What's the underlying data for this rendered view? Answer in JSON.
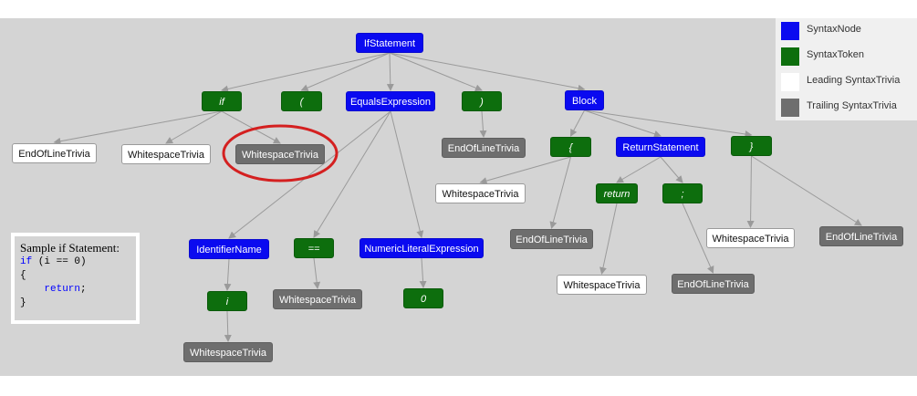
{
  "legend": {
    "items": [
      {
        "key": "node",
        "label": "SyntaxNode",
        "color": "#0a0af0"
      },
      {
        "key": "token",
        "label": "SyntaxToken",
        "color": "#0d6e0d"
      },
      {
        "key": "lead",
        "label": "Leading SyntaxTrivia",
        "color": "#ffffff"
      },
      {
        "key": "trail",
        "label": "Trailing SyntaxTrivia",
        "color": "#6e6e6e"
      }
    ]
  },
  "tree": {
    "nodes": [
      {
        "id": "ifstatement",
        "label": "IfStatement",
        "kind": "node"
      },
      {
        "id": "if-token",
        "label": "if",
        "kind": "token"
      },
      {
        "id": "openparen-token",
        "label": "(",
        "kind": "token"
      },
      {
        "id": "equalsexpression",
        "label": "EqualsExpression",
        "kind": "node"
      },
      {
        "id": "closeparen-token",
        "label": ")",
        "kind": "token"
      },
      {
        "id": "block",
        "label": "Block",
        "kind": "node"
      },
      {
        "id": "if-eol-trivia",
        "label": "EndOfLineTrivia",
        "kind": "lead"
      },
      {
        "id": "if-ws-leading",
        "label": "WhitespaceTrivia",
        "kind": "lead"
      },
      {
        "id": "if-ws-trailing",
        "label": "WhitespaceTrivia",
        "kind": "trail"
      },
      {
        "id": "closeparen-eol",
        "label": "EndOfLineTrivia",
        "kind": "trail"
      },
      {
        "id": "openbrace-token",
        "label": "{",
        "kind": "token"
      },
      {
        "id": "returnstatement",
        "label": "ReturnStatement",
        "kind": "node"
      },
      {
        "id": "closebrace-token",
        "label": "}",
        "kind": "token"
      },
      {
        "id": "openbrace-ws",
        "label": "WhitespaceTrivia",
        "kind": "lead"
      },
      {
        "id": "openbrace-eol",
        "label": "EndOfLineTrivia",
        "kind": "trail"
      },
      {
        "id": "return-token",
        "label": "return",
        "kind": "token"
      },
      {
        "id": "semicolon-token",
        "label": ";",
        "kind": "token"
      },
      {
        "id": "return-ws",
        "label": "WhitespaceTrivia",
        "kind": "lead"
      },
      {
        "id": "semicolon-eol",
        "label": "EndOfLineTrivia",
        "kind": "trail"
      },
      {
        "id": "closebrace-ws",
        "label": "WhitespaceTrivia",
        "kind": "lead"
      },
      {
        "id": "closebrace-eol",
        "label": "EndOfLineTrivia",
        "kind": "trail"
      },
      {
        "id": "identifiername",
        "label": "IdentifierName",
        "kind": "node"
      },
      {
        "id": "equalsequals-token",
        "label": "==",
        "kind": "token"
      },
      {
        "id": "numericliteral",
        "label": "NumericLiteralExpression",
        "kind": "node"
      },
      {
        "id": "i-token",
        "label": "i",
        "kind": "token"
      },
      {
        "id": "equalsequals-ws",
        "label": "WhitespaceTrivia",
        "kind": "trail"
      },
      {
        "id": "zero-token",
        "label": "0",
        "kind": "token"
      },
      {
        "id": "i-ws",
        "label": "WhitespaceTrivia",
        "kind": "trail"
      }
    ],
    "edges": [
      [
        "ifstatement",
        "if-token"
      ],
      [
        "ifstatement",
        "openparen-token"
      ],
      [
        "ifstatement",
        "equalsexpression"
      ],
      [
        "ifstatement",
        "closeparen-token"
      ],
      [
        "ifstatement",
        "block"
      ],
      [
        "if-token",
        "if-eol-trivia"
      ],
      [
        "if-token",
        "if-ws-leading"
      ],
      [
        "if-token",
        "if-ws-trailing"
      ],
      [
        "closeparen-token",
        "closeparen-eol"
      ],
      [
        "block",
        "openbrace-token"
      ],
      [
        "block",
        "returnstatement"
      ],
      [
        "block",
        "closebrace-token"
      ],
      [
        "openbrace-token",
        "openbrace-ws"
      ],
      [
        "openbrace-token",
        "openbrace-eol"
      ],
      [
        "returnstatement",
        "return-token"
      ],
      [
        "returnstatement",
        "semicolon-token"
      ],
      [
        "return-token",
        "return-ws"
      ],
      [
        "semicolon-token",
        "semicolon-eol"
      ],
      [
        "closebrace-token",
        "closebrace-ws"
      ],
      [
        "closebrace-token",
        "closebrace-eol"
      ],
      [
        "equalsexpression",
        "identifiername"
      ],
      [
        "equalsexpression",
        "equalsequals-token"
      ],
      [
        "equalsexpression",
        "numericliteral"
      ],
      [
        "identifiername",
        "i-token"
      ],
      [
        "equalsequals-token",
        "equalsequals-ws"
      ],
      [
        "numericliteral",
        "zero-token"
      ],
      [
        "i-token",
        "i-ws"
      ]
    ],
    "highlighted": "if-ws-trailing",
    "highlight_color": "#d42020"
  },
  "sample": {
    "title": "Sample if Statement:",
    "lines": [
      [
        {
          "t": "if",
          "kw": true
        },
        {
          "t": " (i == 0)",
          "kw": false
        }
      ],
      [
        {
          "t": "{",
          "kw": false
        }
      ],
      [
        {
          "t": "    ",
          "kw": false
        },
        {
          "t": "return",
          "kw": true
        },
        {
          "t": ";",
          "kw": false
        }
      ],
      [
        {
          "t": "}",
          "kw": false
        }
      ]
    ]
  }
}
